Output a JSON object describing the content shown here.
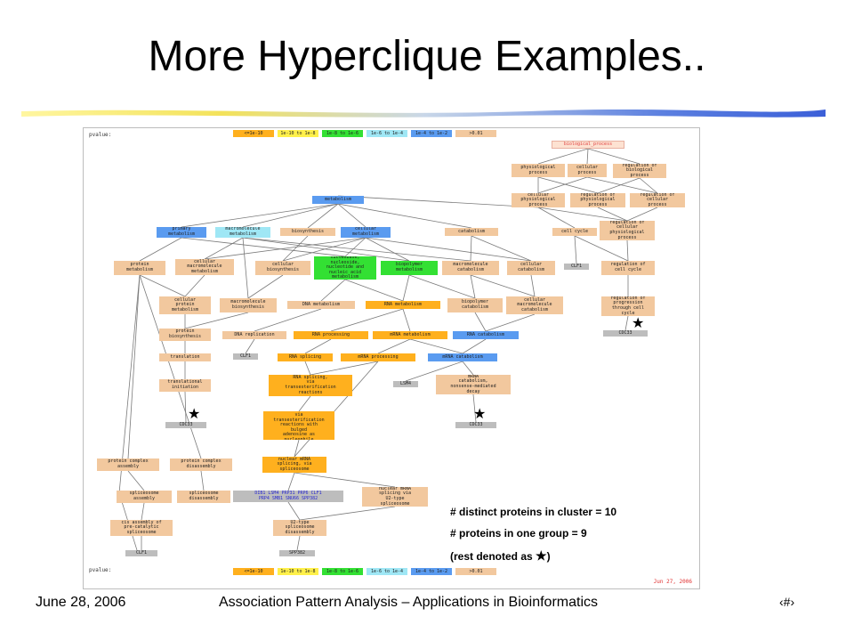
{
  "title": "More Hyperclique Examples..",
  "figure": {
    "pvalue_label": "pvalue:",
    "legend": [
      {
        "label": "<=1e-10",
        "color": "#ffb01e"
      },
      {
        "label": "1e-10 to 1e-8",
        "color": "#fff04a"
      },
      {
        "label": "1e-8 to 1e-6",
        "color": "#33e033"
      },
      {
        "label": "1e-6 to 1e-4",
        "color": "#9fe7f5"
      },
      {
        "label": "1e-4 to 1e-2",
        "color": "#5a9bf0"
      },
      {
        "label": ">0.01",
        "color": "#f2c89e"
      }
    ],
    "date": "Jun 27, 2006",
    "nodes": {
      "biological_process": "biological_process",
      "physiological_process": "physiological\nprocess",
      "cellular_process": "cellular\nprocess",
      "reg_biological_process": "regulation of\nbiological\nprocess",
      "cellular_physiological_process": "cellular\nphysiological\nprocess",
      "reg_physiological_process": "regulation of\nphysiological\nprocess",
      "reg_cellular_process": "regulation of\ncellular\nprocess",
      "metabolism": "metabolism",
      "primary_metabolism": "primary\nmetabolism",
      "macromolecule_metabolism": "macromolecule\nmetabolism",
      "biosynthesis": "biosynthesis",
      "cellular_metabolism": "cellular\nmetabolism",
      "catabolism": "catabolism",
      "cell_cycle": "cell cycle",
      "reg_cellular_physiological_process": "regulation of\ncellular\nphysiological\nprocess",
      "protein_metabolism": "protein\nmetabolism",
      "cellular_macromolecule_metabolism": "cellular\nmacromolecule\nmetabolism",
      "cellular_biosynthesis": "cellular\nbiosynthesis",
      "nucleobase_metabolism": "nucleobase,\nnucleoside,\nnucleotide and\nnucleic acid\nmetabolism",
      "biopolymer_metabolism": "biopolymer\nmetabolism",
      "macromolecule_catabolism": "macromolecule\ncatabolism",
      "cellular_catabolism": "cellular\ncatabolism",
      "clf1_a": "CLF1",
      "reg_cell_cycle": "regulation of\ncell cycle",
      "cellular_protein_metabolism": "cellular\nprotein\nmetabolism",
      "macromolecule_biosynthesis": "macromolecule\nbiosynthesis",
      "dna_metabolism": "DNA metabolism",
      "rna_metabolism": "RNA metabolism",
      "biopolymer_catabolism": "biopolymer\ncatabolism",
      "cellular_macromolecule_catabolism": "cellular\nmacromolecule\ncatabolism",
      "reg_progression": "regulation of\nprogression\nthrough cell\ncycle",
      "protein_biosynthesis": "protein\nbiosynthesis",
      "dna_replication": "DNA replication",
      "rna_processing": "RNA processing",
      "mrna_metabolism": "mRNA metabolism",
      "rna_catabolism": "RNA catabolism",
      "cdc33_a": "CDC33",
      "translation": "translation",
      "clf1_b": "CLF1",
      "rna_splicing": "RNA splicing",
      "mrna_processing": "mRNA processing",
      "mrna_catabolism": "mRNA catabolism",
      "translational_initiation": "translational\ninitiation",
      "rna_splicing_via_trans": "RNA splicing,\nvia\ntransesterification\nreactions",
      "lsm4": "LSM4",
      "mrna_catabolism_nmd": "mRNA\ncatabolism,\nnonsense-mediated\ndecay",
      "cdc33_b": "CDC33",
      "rna_splicing_bulged": "RNA splicing,\nvia\ntransesterification\nreactions with\nbulged\nadenosine as\nnucleophile",
      "cdc33_c": "CDC33",
      "protein_complex_assembly": "protein complex\nassembly",
      "protein_complex_disassembly": "protein complex\ndisassembly",
      "nuclear_mrna_splicing": "nuclear mRNA\nsplicing, via\nspliceosome",
      "spliceosome_assembly": "spliceosome\nassembly",
      "spliceosome_disassembly": "spliceosome\ndisassembly",
      "gene_list": "DIB1 LSM4 PRP31 PRP6 CLF1\nPRP4 SMB1 SNU66 SPP382",
      "nuclear_mrna_u12": "nuclear mRNA\nsplicing via\nU2-type\nspliceosome",
      "cis_assembly": "cis assembly of\npre-catalytic\nspliceosome",
      "u2_disassembly": "U2-type\nspliceosome\ndisassembly",
      "clf1_c": "CLF1",
      "spp382": "SPP382"
    },
    "stats": {
      "line1": "# distinct proteins in cluster = 10",
      "line2": "# proteins in one group = 9",
      "line3_pre": "(rest denoted as",
      "line3_post": ")"
    }
  },
  "footer": {
    "date": "June 28, 2006",
    "center": "Association Pattern Analysis – Applications in Bioinformatics",
    "page": "‹#›"
  }
}
